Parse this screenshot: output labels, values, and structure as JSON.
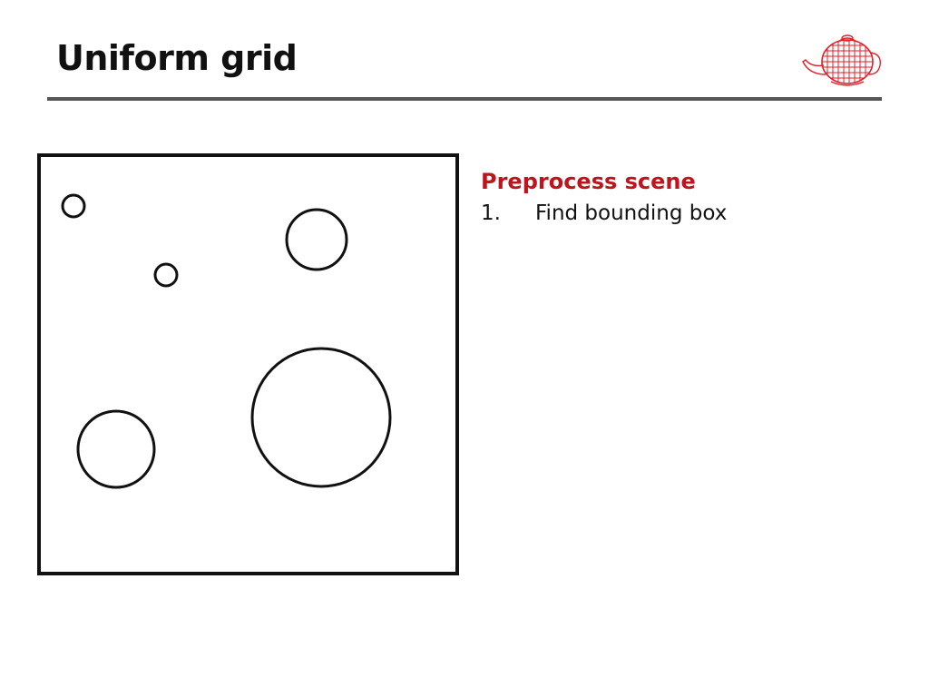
{
  "slide": {
    "title": "Uniform grid"
  },
  "logo": {
    "icon": "teapot-wireframe-icon"
  },
  "colors": {
    "accent": "#c0141c",
    "logo": "#e0202a",
    "text": "#111111",
    "rule": "#555555"
  },
  "content": {
    "heading": "Preprocess scene",
    "steps": [
      {
        "number": "1.",
        "text": "Find bounding box"
      }
    ]
  },
  "diagram": {
    "objects": [
      "circle",
      "circle",
      "circle",
      "circle",
      "circle"
    ]
  }
}
